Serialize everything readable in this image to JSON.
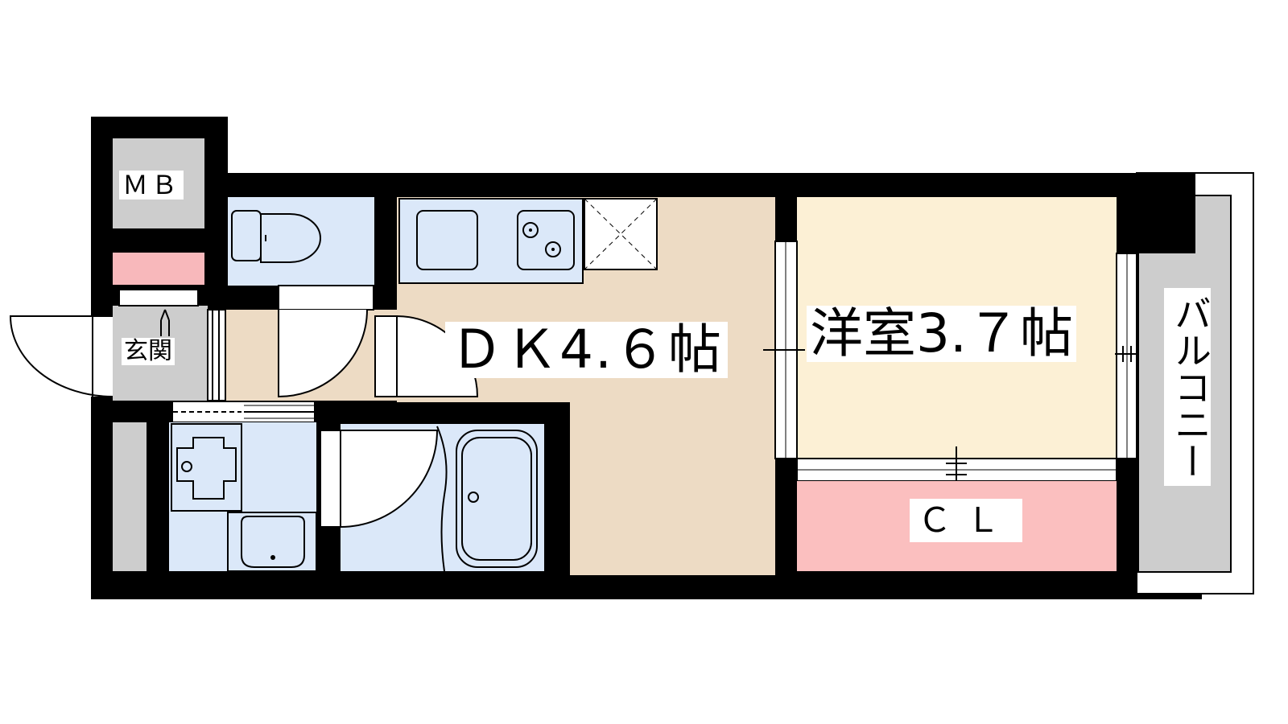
{
  "rooms": {
    "mb": "ＭＢ",
    "entrance": "玄関",
    "dk": "ＤＫ4.６帖",
    "western": "洋室3.７帖",
    "closet": "ＣＬ",
    "balcony": "バルコニー"
  },
  "colors": {
    "wall": "#000000",
    "dk_floor": "#eddbc4",
    "western_floor": "#fcf0d5",
    "closet": "#fbbfbf",
    "wet_area": "#dbe8f9",
    "utility_gray": "#cdcdcd",
    "stripe_pink": "#f8b8bb"
  }
}
